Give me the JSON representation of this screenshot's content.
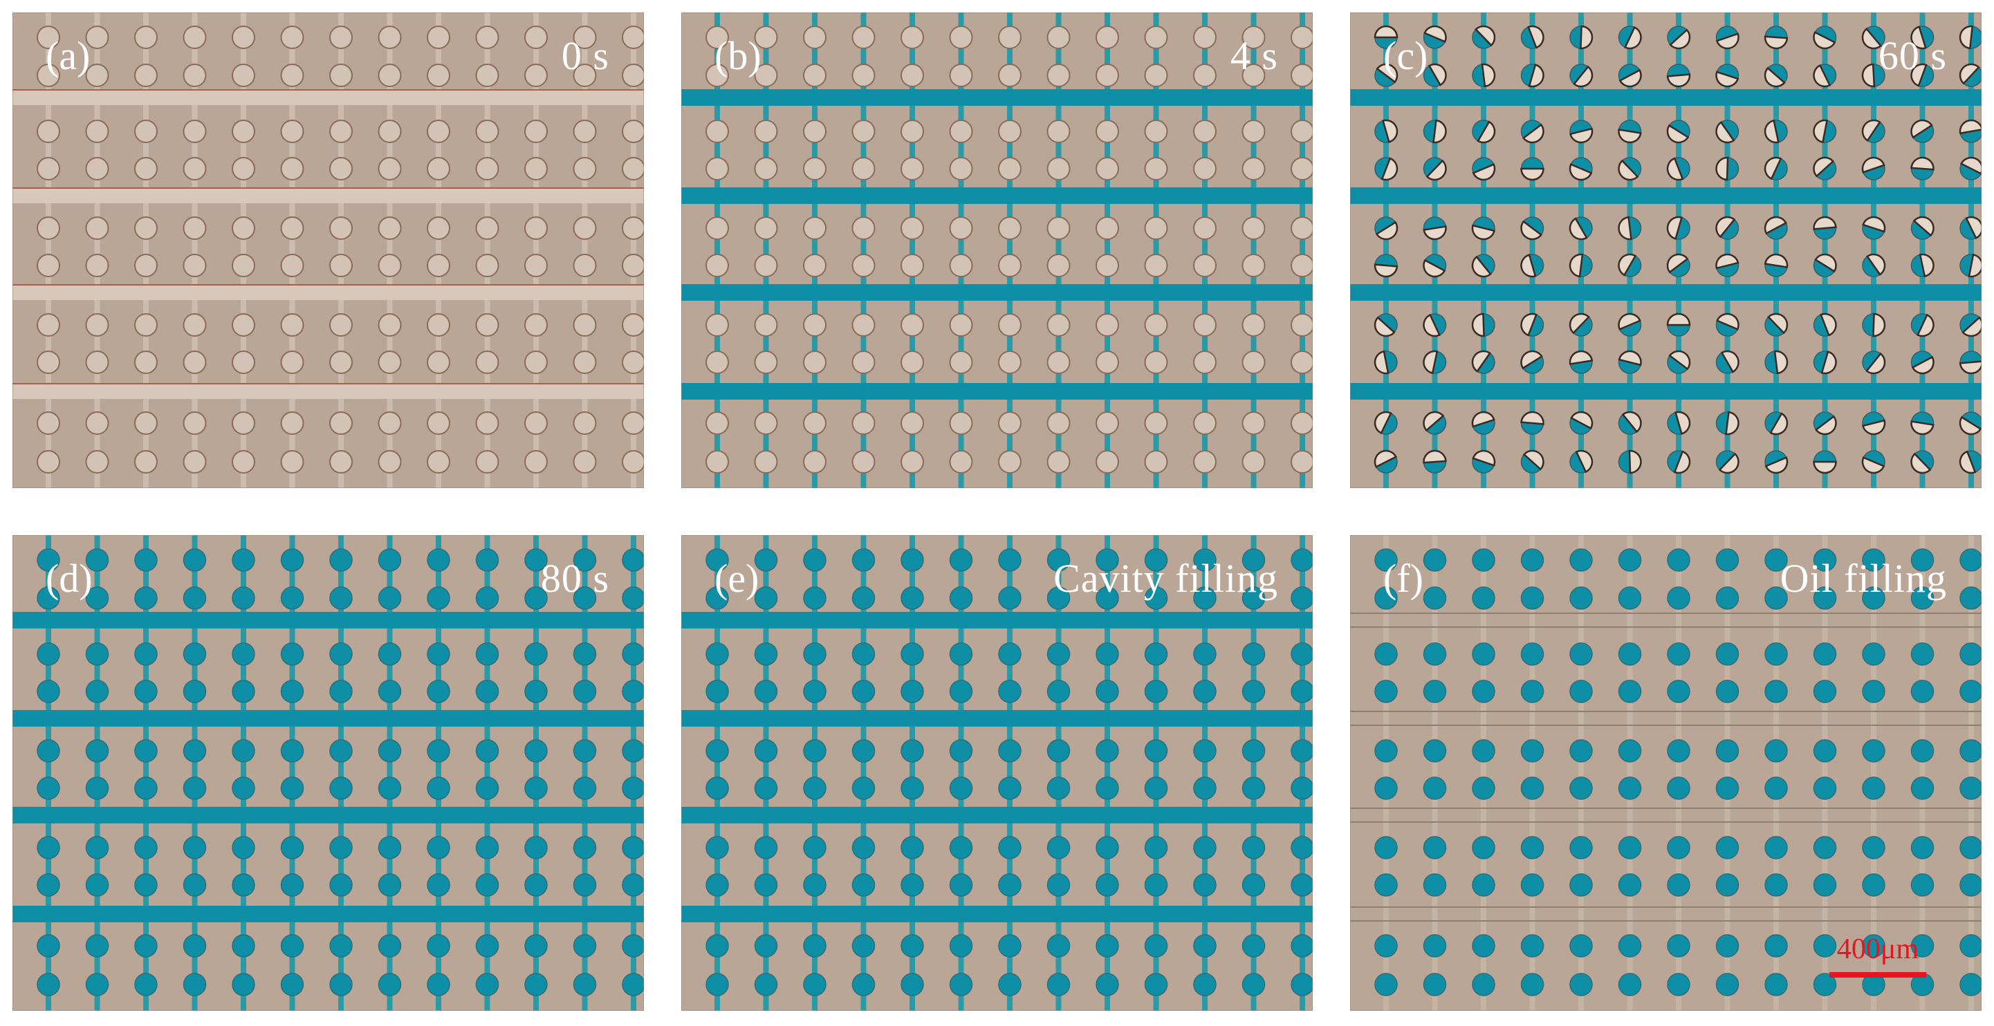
{
  "panels": [
    {
      "tag": "(a)",
      "caption": "0 s"
    },
    {
      "tag": "(b)",
      "caption": "4 s"
    },
    {
      "tag": "(c)",
      "caption": "60 s"
    },
    {
      "tag": "(d)",
      "caption": "80 s"
    },
    {
      "tag": "(e)",
      "caption": "Cavity filling"
    },
    {
      "tag": "(f)",
      "caption": "Oil filling"
    }
  ],
  "scale_bar": {
    "label": "400μm",
    "color": "#e8151f"
  },
  "colors": {
    "background_tan": "#b9a697",
    "dye_teal": "#0f8fa6",
    "empty_cavity": "#d3c3b4",
    "label_white": "#ffffff"
  }
}
